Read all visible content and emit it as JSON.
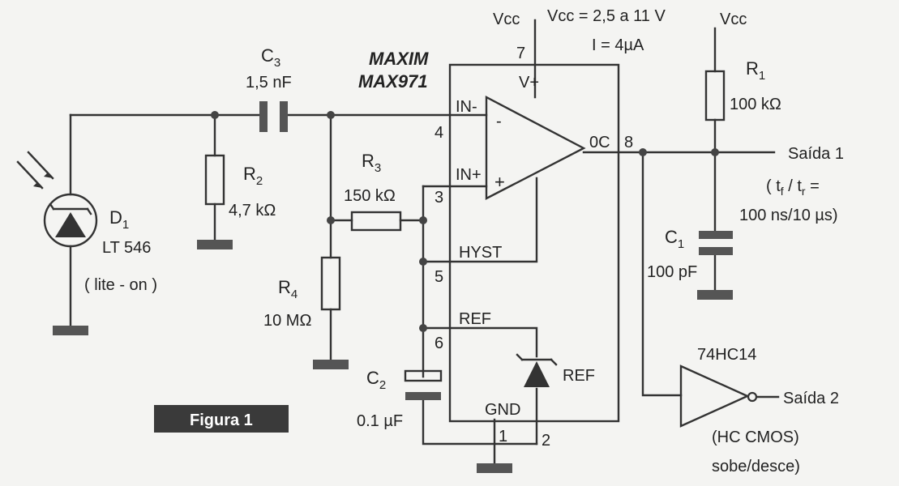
{
  "supply": {
    "vcc_left": "Vcc",
    "vcc_right": "Vcc",
    "range": "Vcc = 2,5 a 11 V",
    "current": "I = 4µA"
  },
  "ic": {
    "maker": "MAXIM",
    "model": "MAX971",
    "pins": {
      "vplus_num": "7",
      "vplus_label": "V+",
      "inminus_num": "4",
      "inminus_label": "IN-",
      "inplus_num": "3",
      "inplus_label": "IN+",
      "hyst_num": "5",
      "hyst_label": "HYST",
      "ref_num": "6",
      "ref_label": "REF",
      "gnd_num": "1",
      "gnd_num2": "2",
      "gnd_label": "GND",
      "out_num": "8",
      "out_label": "0C"
    },
    "opamp_minus": "-",
    "opamp_plus": "+",
    "zener_label": "REF"
  },
  "components": {
    "c3_name": "C",
    "c3_sub": "3",
    "c3_value": "1,5 nF",
    "r2_name": "R",
    "r2_sub": "2",
    "r2_value": "4,7 kΩ",
    "r3_name": "R",
    "r3_sub": "3",
    "r3_value": "150 kΩ",
    "r4_name": "R",
    "r4_sub": "4",
    "r4_value": "10 MΩ",
    "c2_name": "C",
    "c2_sub": "2",
    "c2_value": "0.1 µF",
    "r1_name": "R",
    "r1_sub": "1",
    "r1_value": "100 kΩ",
    "c1_name": "C",
    "c1_sub": "1",
    "c1_value": "100 pF",
    "d1_name": "D",
    "d1_sub": "1",
    "d1_part": "LT 546",
    "d1_note": "( lite - on )"
  },
  "outputs": {
    "out1": "Saída 1",
    "out1_timing_open": "( t",
    "out1_tf_sub": "f",
    "out1_slash": " / t",
    "out1_tr_sub": "r",
    "out1_eq": " =",
    "out1_timing2": "100 ns/10 µs)",
    "gate_part": "74HC14",
    "out2": "Saída 2",
    "gate_note1": "(HC CMOS)",
    "gate_note2": "sobe/desce)"
  },
  "figure_label": "Figura 1"
}
